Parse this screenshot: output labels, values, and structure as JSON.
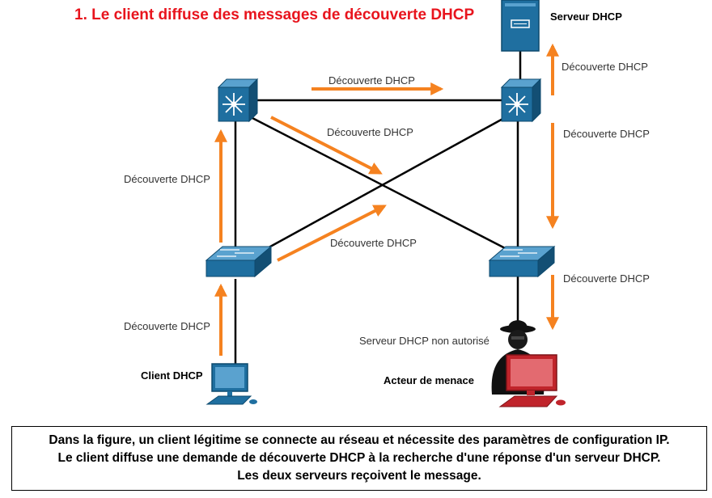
{
  "title": "1. Le client diffuse des messages de découverte DHCP",
  "nodes": {
    "dhcp_server": "Serveur DHCP",
    "dhcp_client": "Client DHCP",
    "rogue_server": "Serveur DHCP non autorisé",
    "threat_actor": "Acteur de menace"
  },
  "flow_label": "Découverte DHCP",
  "caption": {
    "line1": "Dans la figure, un client légitime se connecte au réseau et nécessite des paramètres de configuration IP.",
    "line2": "Le client diffuse une demande de découverte DHCP à la recherche d'une réponse d'un serveur DHCP.",
    "line3": "Les deux serveurs reçoivent le message."
  },
  "colors": {
    "title": "#e8141d",
    "arrow": "#f58220",
    "device": "#1f6fa0",
    "rogue": "#c0242b",
    "link": "#000000"
  }
}
